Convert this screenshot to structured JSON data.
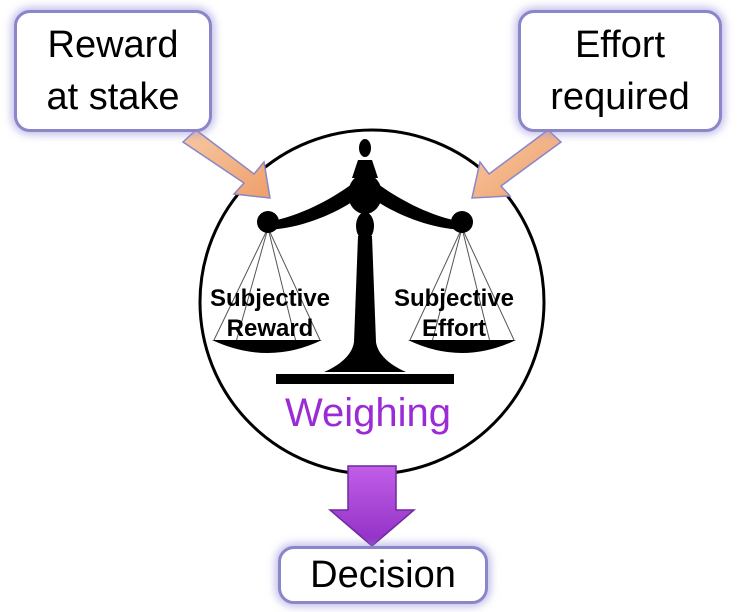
{
  "inputs": {
    "reward": [
      "Reward",
      "at stake"
    ],
    "effort": [
      "Effort",
      "required"
    ]
  },
  "scale": {
    "left_pan": [
      "Subjective",
      "Reward"
    ],
    "right_pan": [
      "Subjective",
      "Effort"
    ],
    "caption": "Weighing"
  },
  "output": {
    "decision": "Decision"
  },
  "colors": {
    "box_border": "#8a86c8",
    "input_arrow": "#f4b98c",
    "output_arrow": "#a83ed6",
    "caption": "#9a2bd6"
  }
}
